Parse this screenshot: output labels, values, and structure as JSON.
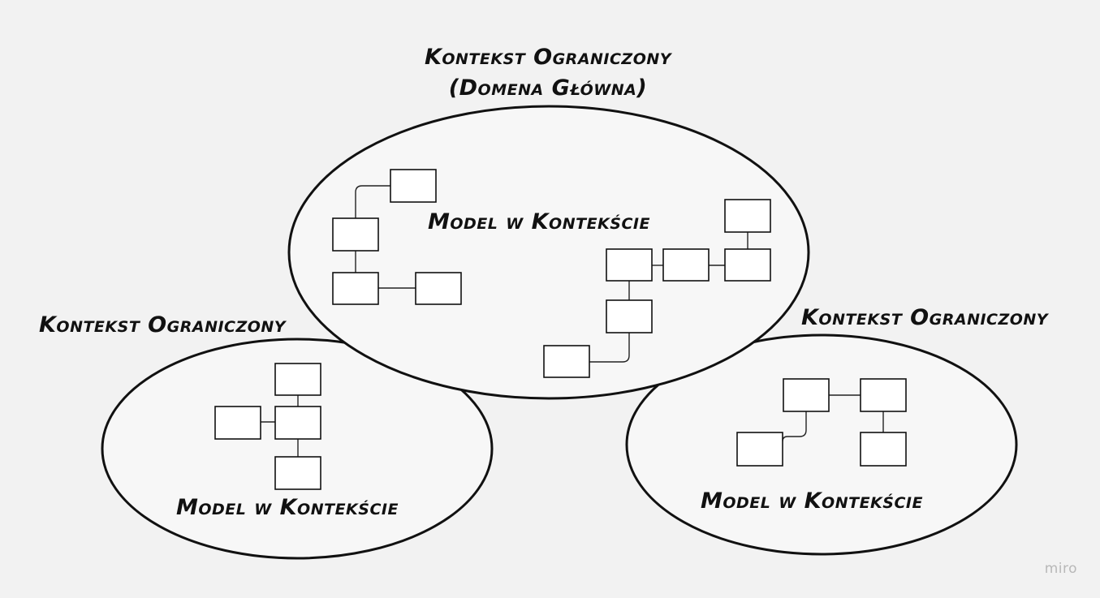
{
  "contexts": {
    "main": {
      "title_line1": "Kontekst Ograniczony",
      "title_line2": "(Domena Główna)",
      "model_label": "Model w Kontekście"
    },
    "left": {
      "title": "Kontekst Ograniczony",
      "model_label": "Model w Kontekście"
    },
    "right": {
      "title": "Kontekst Ograniczony",
      "model_label": "Model w Kontekście"
    }
  },
  "watermark": "miro"
}
